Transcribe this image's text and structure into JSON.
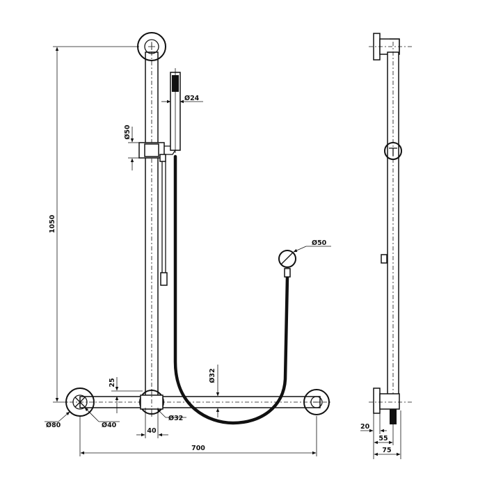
{
  "labels": {
    "diameter_24": "Ø24",
    "diameter_50_slider": "Ø50",
    "diameter_50_elbow": "Ø50",
    "diameter_32_hose": "Ø32",
    "diameter_32_rail": "Ø32",
    "diameter_40": "Ø40",
    "diameter_80": "Ø80",
    "height_1050": "1050",
    "offset_25": "25",
    "width_700": "700",
    "width_40": "40",
    "depth_20": "20",
    "depth_55": "55",
    "depth_75": "75"
  }
}
